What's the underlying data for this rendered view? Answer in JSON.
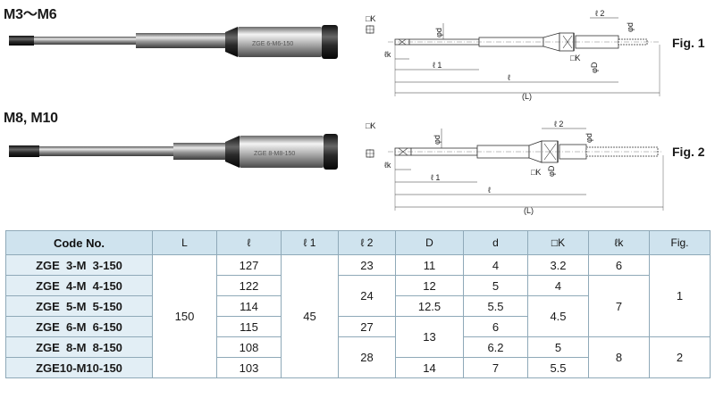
{
  "fig1": {
    "title": "M3〜M6",
    "label": "Fig. 1",
    "photo_text": "ZGE 6-M6-150",
    "dims": {
      "k": "□K",
      "d": "φd",
      "l2": "ℓ 2",
      "lk": "ℓk",
      "l1": "ℓ 1",
      "l": "ℓ",
      "L": "(L)",
      "D": "φD",
      "k2": "□K"
    }
  },
  "fig2": {
    "title": "M8, M10",
    "label": "Fig. 2",
    "photo_text": "ZGE 8-M8-150",
    "dims": {
      "k": "□K",
      "d": "φd",
      "l2": "ℓ 2",
      "lk": "ℓk",
      "l1": "ℓ 1",
      "l": "ℓ",
      "L": "(L)",
      "D": "φD",
      "k2": "□K"
    }
  },
  "table": {
    "headers": [
      "Code No.",
      "L",
      "ℓ",
      "ℓ 1",
      "ℓ 2",
      "D",
      "d",
      "□K",
      "ℓk",
      "Fig."
    ],
    "codes": [
      "ZGE  3-M  3-150",
      "ZGE  4-M  4-150",
      "ZGE  5-M  5-150",
      "ZGE  6-M  6-150",
      "ZGE  8-M  8-150",
      "ZGE10-M10-150"
    ],
    "L": "150",
    "l": [
      "127",
      "122",
      "114",
      "115",
      "108",
      "103"
    ],
    "l1": "45",
    "l2": [
      "23",
      "24",
      "27",
      "28"
    ],
    "D": [
      "11",
      "12",
      "12.5",
      "13",
      "14"
    ],
    "d": [
      "4",
      "5",
      "5.5",
      "6",
      "6.2",
      "7"
    ],
    "K": [
      "3.2",
      "4",
      "4.5",
      "5",
      "5.5"
    ],
    "lk": [
      "6",
      "7",
      "8"
    ],
    "fig": [
      "1",
      "2"
    ]
  }
}
